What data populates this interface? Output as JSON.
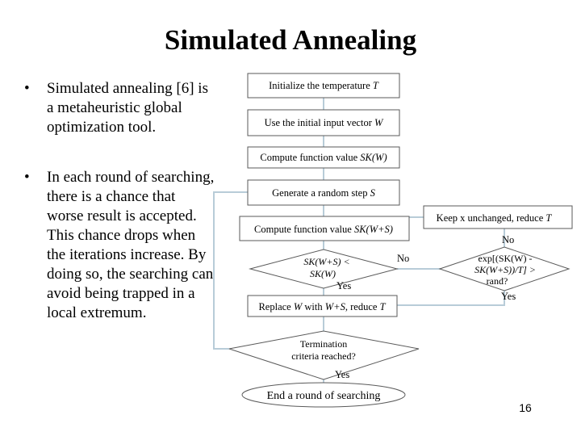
{
  "slide": {
    "title": "Simulated Annealing",
    "page_number": "16"
  },
  "bullets": [
    {
      "marker": "•",
      "text": "Simulated annealing [6] is a metaheuristic  global optimization tool."
    },
    {
      "marker": "•",
      "text": "In each round of searching, there is a chance that worse result is accepted. This chance drops when the iterations increase. By doing so, the searching can avoid being trapped in a local extremum."
    }
  ],
  "flowchart": {
    "init_temp": {
      "pre": "Initialize the temperature ",
      "var": "T"
    },
    "init_vector": {
      "pre": "Use the initial input vector ",
      "var": "W"
    },
    "compute_w": {
      "pre": "Compute function value ",
      "var": "SK(W)"
    },
    "random_step": {
      "pre": "Generate a random step ",
      "var": "S"
    },
    "compute_ws": {
      "pre": "Compute function value ",
      "var": "SK(W+S)"
    },
    "decision_compare": {
      "line1": "SK(W+S) <",
      "line2": "SK(W)"
    },
    "replace": {
      "pre1": "Replace ",
      "var1": "W",
      "mid": " with ",
      "var2": "W+S",
      "mid2": ", reduce ",
      "var3": "T"
    },
    "keep": {
      "pre": "Keep x unchanged, reduce ",
      "var": "T"
    },
    "decision_exp": {
      "line1": "exp[(SK(W) -",
      "line2": "SK(W+S))/T] >",
      "line3": "rand?"
    },
    "termination": {
      "line1": "Termination",
      "line2": "criteria reached?"
    },
    "end": "End a round of searching",
    "labels": {
      "no_compare": "No",
      "yes_compare": "Yes",
      "no_exp": "No",
      "yes_exp": "Yes",
      "yes_term": "Yes"
    }
  },
  "colors": {
    "box_border": "#5a5a5a",
    "connector": "#b8ccd8"
  }
}
